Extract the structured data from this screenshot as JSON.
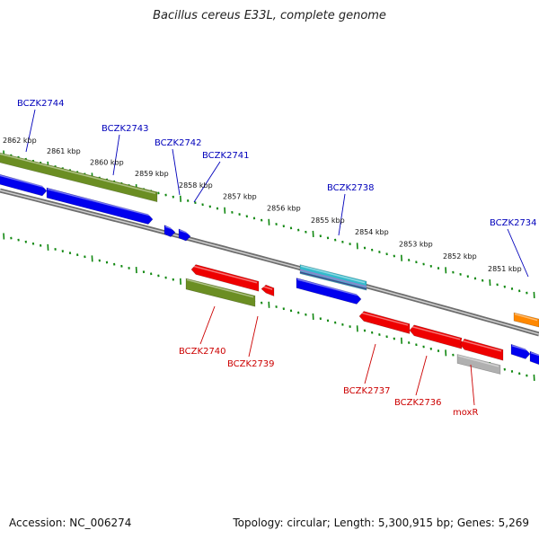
{
  "title": "Bacillus cereus E33L, complete genome",
  "footer": {
    "accession": "Accession: NC_006274",
    "summary": "Topology: circular; Length: 5,300,915 bp; Genes: 5,269"
  },
  "colors": {
    "backbone": "#8a8a8a",
    "tick": "#118811",
    "forward_label": "#0000bb",
    "reverse_label": "#cc0000",
    "blue": "#0000ee",
    "red": "#ee0000",
    "green": "#6b8e23",
    "cyan": "#33bbcc",
    "grey": "#b0b0b0",
    "orange": "#ff8800"
  },
  "scale_labels": [
    "2862 kbp",
    "2861 kbp",
    "2860 kbp",
    "2859 kbp",
    "2858 kbp",
    "2857 kbp",
    "2856 kbp",
    "2855 kbp",
    "2854 kbp",
    "2853 kbp",
    "2852 kbp",
    "2851 kbp"
  ],
  "gene_labels": {
    "forward": [
      "BCZK2744",
      "BCZK2743",
      "BCZK2742",
      "BCZK2741",
      "BCZK2738",
      "BCZK2734"
    ],
    "reverse": [
      "BCZK2740",
      "BCZK2739",
      "BCZK2737",
      "BCZK2736",
      "moxR"
    ]
  }
}
